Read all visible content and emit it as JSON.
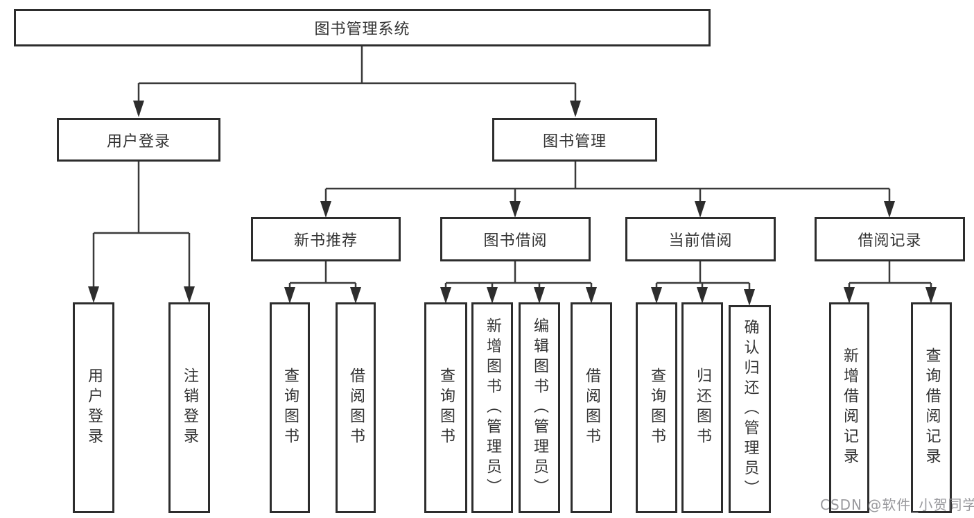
{
  "tree": {
    "root": {
      "label": "图书管理系统"
    },
    "children": [
      {
        "label": "用户登录",
        "children": [
          {
            "label": "用户登录"
          },
          {
            "label": "注销登录"
          }
        ]
      },
      {
        "label": "图书管理",
        "children": [
          {
            "label": "新书推荐",
            "children": [
              {
                "label": "查询图书"
              },
              {
                "label": "借阅图书"
              }
            ]
          },
          {
            "label": "图书借阅",
            "children": [
              {
                "label": "查询图书"
              },
              {
                "label": "新增图书（管理员）"
              },
              {
                "label": "编辑图书（管理员）"
              },
              {
                "label": "借阅图书"
              }
            ]
          },
          {
            "label": "当前借阅",
            "children": [
              {
                "label": "查询图书"
              },
              {
                "label": "归还图书"
              },
              {
                "label": "确认归还（管理员）"
              }
            ]
          },
          {
            "label": "借阅记录",
            "children": [
              {
                "label": "新增借阅记录"
              },
              {
                "label": "查询借阅记录"
              }
            ]
          }
        ]
      }
    ]
  },
  "watermark": {
    "text": "CSDN @软件_小贺同学"
  },
  "colors": {
    "border": "#2d2d2d",
    "line": "#3a3a3a",
    "text": "#333333",
    "watermark": "#949498",
    "background": "#ffffff"
  }
}
